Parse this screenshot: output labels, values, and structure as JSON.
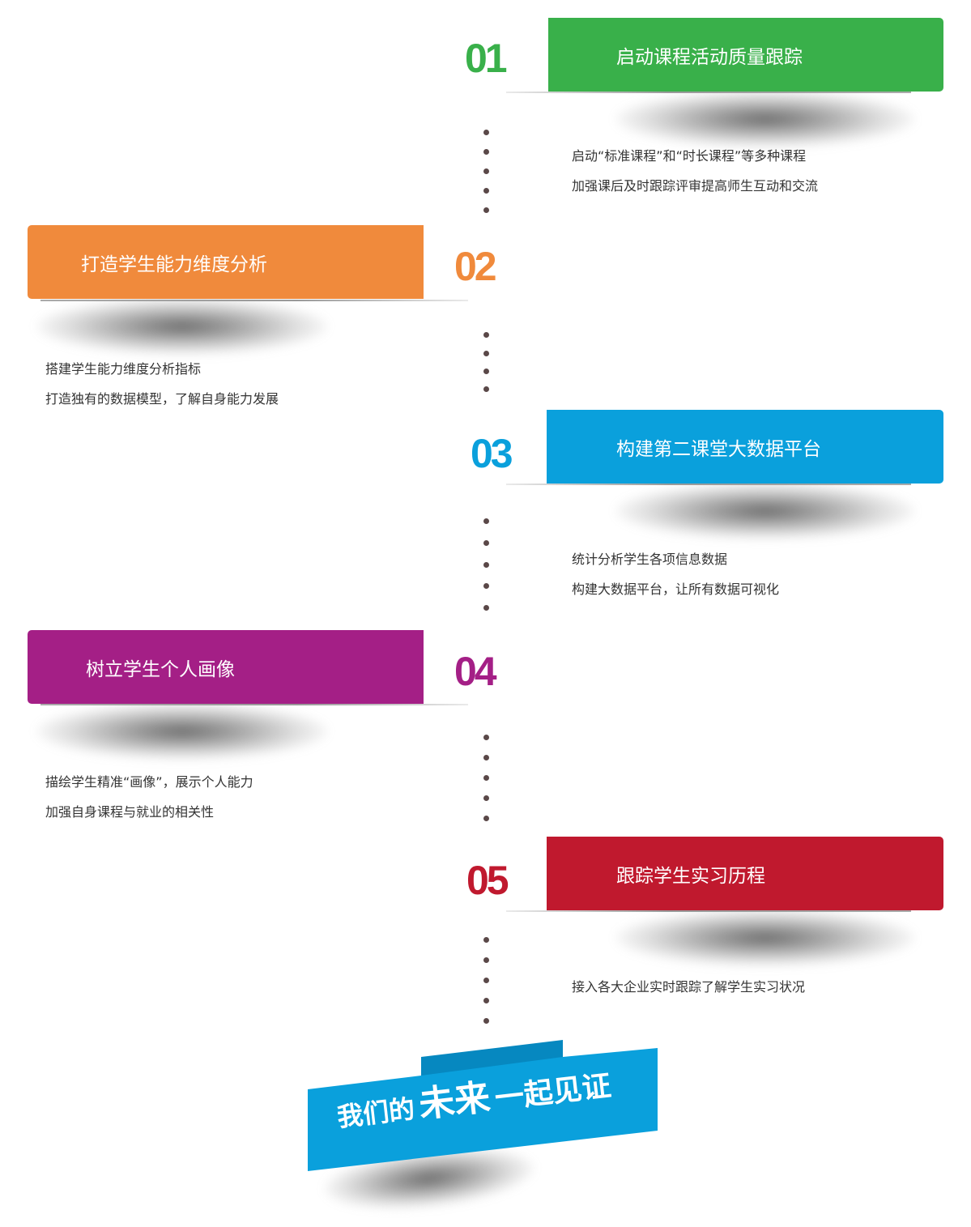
{
  "colors": {
    "step1": "#39b04a",
    "step2": "#f08a3c",
    "step3": "#0aa0dc",
    "step4": "#a41f86",
    "step5": "#c0192e",
    "banner": "#0aa0dc",
    "dots": "#5a4848"
  },
  "steps": [
    {
      "number": "01",
      "title": "启动课程活动质量跟踪",
      "lines": [
        "启动“标准课程”和“时长课程”等多种课程",
        "加强课后及时跟踪评审提高师生互动和交流"
      ]
    },
    {
      "number": "02",
      "title": "打造学生能力维度分析",
      "lines": [
        "搭建学生能力维度分析指标",
        "打造独有的数据模型，了解自身能力发展"
      ]
    },
    {
      "number": "03",
      "title": "构建第二课堂大数据平台",
      "lines": [
        "统计分析学生各项信息数据",
        "构建大数据平台，让所有数据可视化"
      ]
    },
    {
      "number": "04",
      "title": "树立学生个人画像",
      "lines": [
        "描绘学生精准“画像”，展示个人能力",
        "加强自身课程与就业的相关性"
      ]
    },
    {
      "number": "05",
      "title": "跟踪学生实习历程",
      "lines": [
        "接入各大企业实时跟踪了解学生实习状况"
      ]
    }
  ],
  "banner": {
    "part1": "我们的",
    "part2": "未来",
    "part3": "一起见证"
  }
}
